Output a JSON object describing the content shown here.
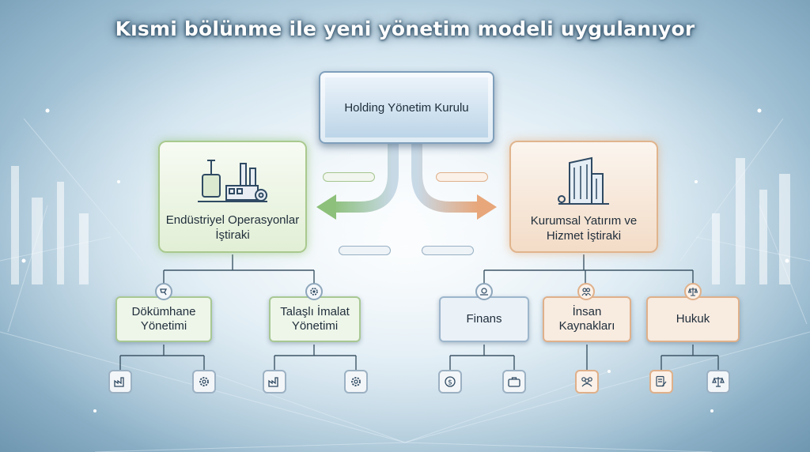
{
  "title": "Kısmi bölünme ile yeni yönetim modeli uygulanıyor",
  "root": {
    "label": "Holding Yönetim Kurulu"
  },
  "left_subsidiary": {
    "label": "Endüstriyel Operasyonlar İştiraki",
    "icon": "factory-icon"
  },
  "right_subsidiary": {
    "label": "Kurumsal Yatırım ve Hizmet İştiraki",
    "icon": "office-building-icon"
  },
  "left_units": [
    {
      "label": "Dökümhane Yönetimi",
      "icon": "pouring-ladle-icon"
    },
    {
      "label": "Talaşlı İmalat Yönetimi",
      "icon": "gear-icon"
    }
  ],
  "right_units": [
    {
      "label": "Finans",
      "icon": "money-hand-icon"
    },
    {
      "label": "İnsan Kaynakları",
      "icon": "people-icon"
    },
    {
      "label": "Hukuk",
      "icon": "scales-icon"
    }
  ],
  "colors": {
    "green": "#a9c98e",
    "orange": "#e0b48d",
    "blue": "#7f9fbc"
  }
}
